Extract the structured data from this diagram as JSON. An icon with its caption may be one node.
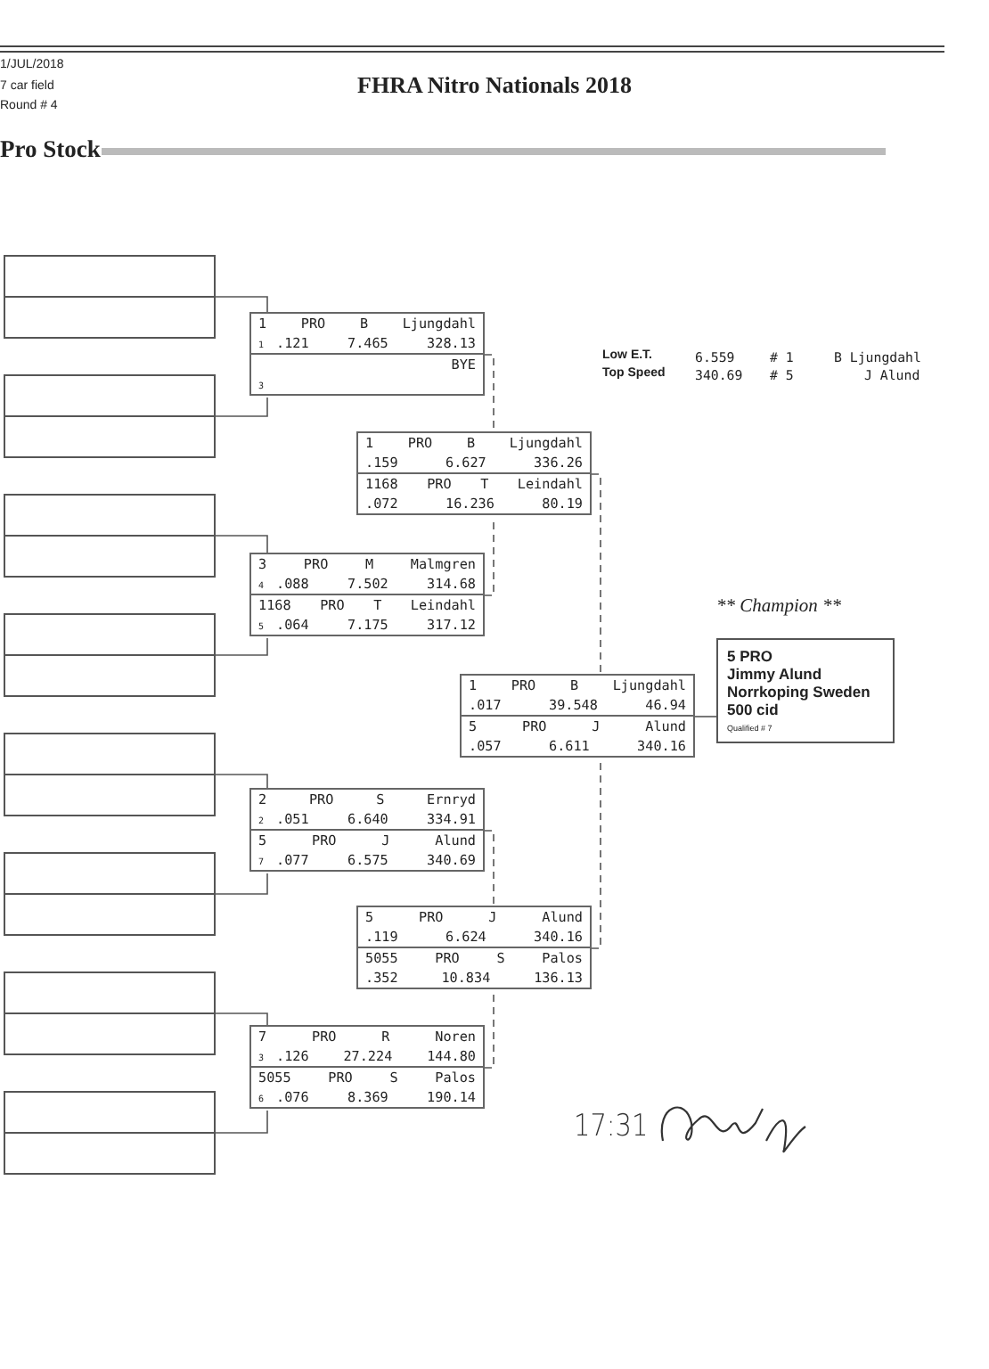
{
  "diagram": {
    "title": "FHRA Nitro Nationals 2018",
    "nodes": [
      {
        "text": [],
        "shape": "box"
      },
      {
        "text": [],
        "shape": "box"
      },
      {
        "text": [],
        "shape": "box"
      },
      {
        "text": [],
        "shape": "box"
      },
      {
        "text": [],
        "shape": "box"
      },
      {
        "text": [],
        "shape": "box"
      },
      {
        "text": [],
        "shape": "box"
      },
      {
        "text": [],
        "shape": "box"
      },
      {
        "text": [
          "1 PRO B Ljungdahl",
          "1",
          ".121 7.465 328.13",
          "BYE",
          "3"
        ]
      },
      {
        "text": [
          "3 PRO M Malmgren",
          "4",
          ".088 7.502 314.68",
          "1168 PRO T Leindahl",
          "5",
          ".064 7.175 317.12"
        ]
      },
      {
        "text": [
          "2 PRO S Ernryd",
          "2",
          ".051 6.640 334.91",
          "5 PRO J Alund",
          "7",
          ".077 6.575 340.69"
        ]
      },
      {
        "text": [
          "7 PRO R Noren",
          "3",
          ".126 27.224 144.80",
          "5055 PRO S Palos",
          "6",
          ".076 8.369 190.14"
        ]
      },
      {
        "text": [
          "1 PRO B Ljungdahl",
          ".159 6.627 336.26",
          "1168 PRO T Leindahl",
          ".072 16.236 80.19"
        ]
      },
      {
        "text": [
          "5 PRO J Alund",
          ".119 6.624 340.16",
          "5055 PRO S Palos",
          ".352 10.834 136.13"
        ]
      },
      {
        "text": [
          "1 PRO B Ljungdahl",
          ".017 39.548 46.94",
          "5 PRO J Alund",
          ".057 6.611 340.16"
        ]
      },
      {
        "text": [
          "** Champion **",
          "5 PRO",
          "Jimmy Alund",
          "Norrkoping Sweden",
          "500 cid",
          "Qualified # 7"
        ]
      }
    ],
    "edges": [
      {
        "from": 0,
        "to": 8,
        "arrow": "none"
      },
      {
        "from": 1,
        "to": 8,
        "arrow": "none"
      },
      {
        "from": 2,
        "to": 9,
        "arrow": "none"
      },
      {
        "from": 3,
        "to": 9,
        "arrow": "none"
      },
      {
        "from": 4,
        "to": 10,
        "arrow": "none"
      },
      {
        "from": 5,
        "to": 10,
        "arrow": "none"
      },
      {
        "from": 6,
        "to": 11,
        "arrow": "none"
      },
      {
        "from": 7,
        "to": 11,
        "arrow": "none"
      },
      {
        "from": 8,
        "to": 12,
        "arrow": "none",
        "style": "dashed"
      },
      {
        "from": 9,
        "to": 12,
        "arrow": "none",
        "style": "dashed"
      },
      {
        "from": 10,
        "to": 13,
        "arrow": "none",
        "style": "dashed"
      },
      {
        "from": 11,
        "to": 13,
        "arrow": "none",
        "style": "dashed"
      },
      {
        "from": 12,
        "to": 14,
        "arrow": "none",
        "style": "dashed"
      },
      {
        "from": 13,
        "to": 14,
        "arrow": "none",
        "style": "dashed"
      },
      {
        "from": 14,
        "to": 15,
        "arrow": "none"
      }
    ],
    "labels": [
      "1/JUL/2018",
      "7 car field",
      "Round # 4",
      "Pro Stock",
      "Low E.T.",
      "6.559",
      "# 1",
      "B Ljungdahl",
      "Top Speed",
      "340.69",
      "# 5",
      "J Alund",
      "17:31"
    ]
  }
}
